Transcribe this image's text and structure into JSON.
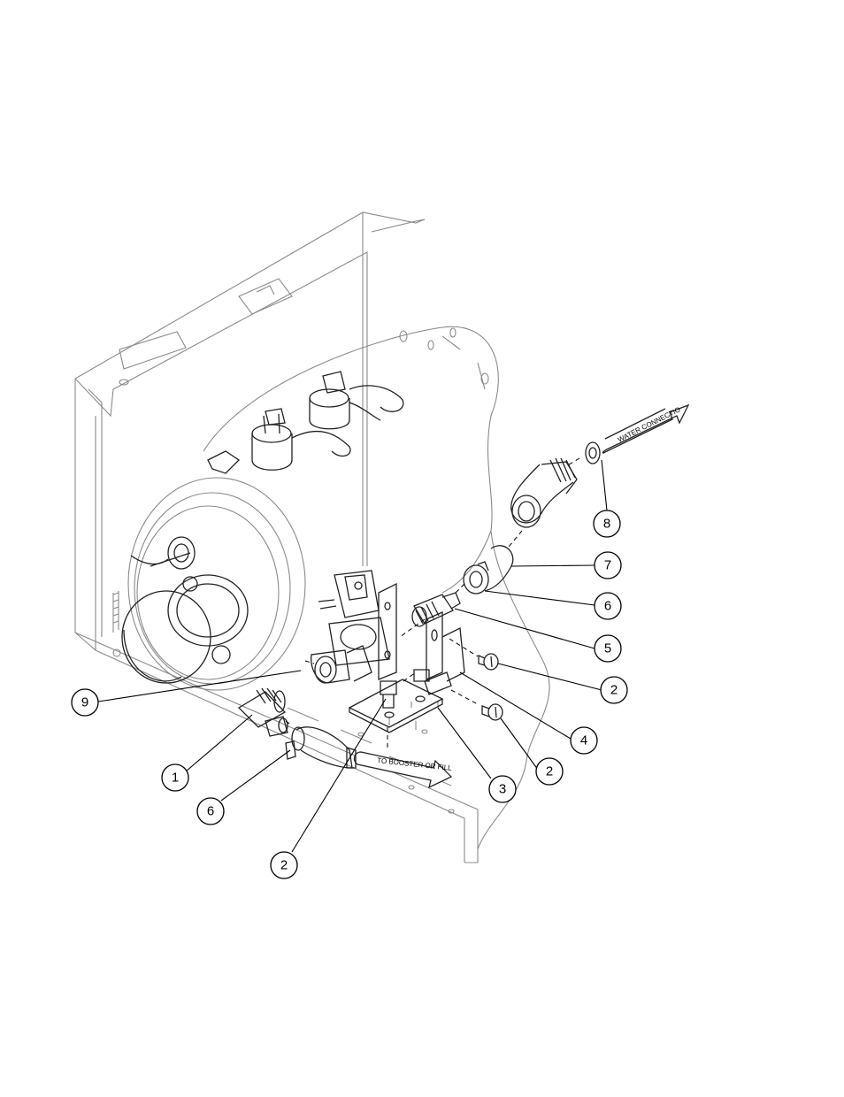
{
  "diagram": {
    "arrow_labels": {
      "water": "WATER CONNECTIO",
      "booster": "TO BOOSTER OR FILL"
    },
    "callouts": [
      {
        "id": "c8",
        "number": "8"
      },
      {
        "id": "c7",
        "number": "7"
      },
      {
        "id": "c6a",
        "number": "6"
      },
      {
        "id": "c5",
        "number": "5"
      },
      {
        "id": "c2a",
        "number": "2"
      },
      {
        "id": "c4",
        "number": "4"
      },
      {
        "id": "c2b",
        "number": "2"
      },
      {
        "id": "c3",
        "number": "3"
      },
      {
        "id": "c9",
        "number": "9"
      },
      {
        "id": "c1",
        "number": "1"
      },
      {
        "id": "c6b",
        "number": "6"
      },
      {
        "id": "c2c",
        "number": "2"
      }
    ]
  }
}
